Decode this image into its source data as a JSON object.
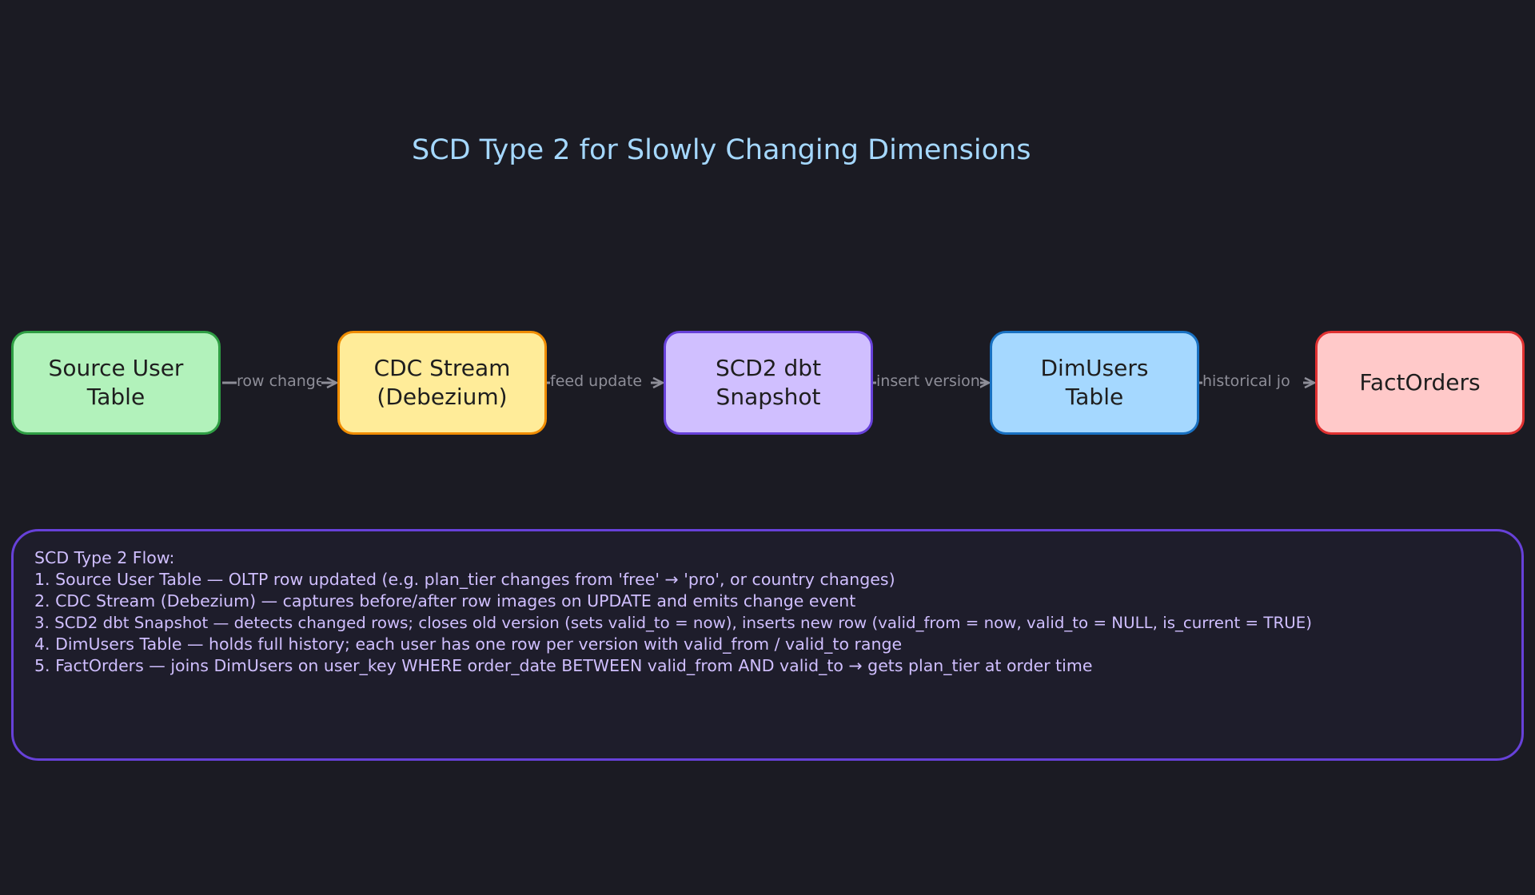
{
  "title": "SCD Type 2 for Slowly Changing Dimensions",
  "nodes": [
    {
      "label": "Source User\nTable",
      "fill": "#b2f2bb",
      "stroke": "#2f9e44"
    },
    {
      "label": "CDC Stream\n(Debezium)",
      "fill": "#ffec99",
      "stroke": "#f08c00"
    },
    {
      "label": "SCD2 dbt\nSnapshot",
      "fill": "#d0bfff",
      "stroke": "#6741d9"
    },
    {
      "label": "DimUsers\nTable",
      "fill": "#a5d8ff",
      "stroke": "#1971c2"
    },
    {
      "label": "FactOrders",
      "fill": "#ffc9c9",
      "stroke": "#e03131"
    }
  ],
  "edges": [
    {
      "from": "Source User Table",
      "to": "CDC Stream (Debezium)",
      "label": "row change"
    },
    {
      "from": "CDC Stream (Debezium)",
      "to": "SCD2 dbt Snapshot",
      "label": "feed update"
    },
    {
      "from": "SCD2 dbt Snapshot",
      "to": "DimUsers Table",
      "label": "insert version"
    },
    {
      "from": "DimUsers Table",
      "to": "FactOrders",
      "label": "historical jo"
    }
  ],
  "notes": {
    "lines": [
      "SCD Type 2 Flow:",
      "1. Source User Table — OLTP row updated (e.g. plan_tier changes from 'free' → 'pro', or country changes)",
      "2. CDC Stream (Debezium) — captures before/after row images on UPDATE and emits change event",
      "3. SCD2 dbt Snapshot — detects changed rows; closes old version (sets valid_to = now), inserts new row (valid_from = now, valid_to = NULL, is_current = TRUE)",
      "4. DimUsers Table — holds full history; each user has one row per version with valid_from / valid_to range",
      "5. FactOrders — joins DimUsers on user_key WHERE order_date BETWEEN valid_from AND valid_to → gets plan_tier at order time"
    ],
    "stroke": "#6741d9",
    "text_color": "#d0bfff"
  },
  "colors": {
    "background": "#1b1b23",
    "title": "#a5d8ff",
    "edge": "#8e8e98"
  }
}
